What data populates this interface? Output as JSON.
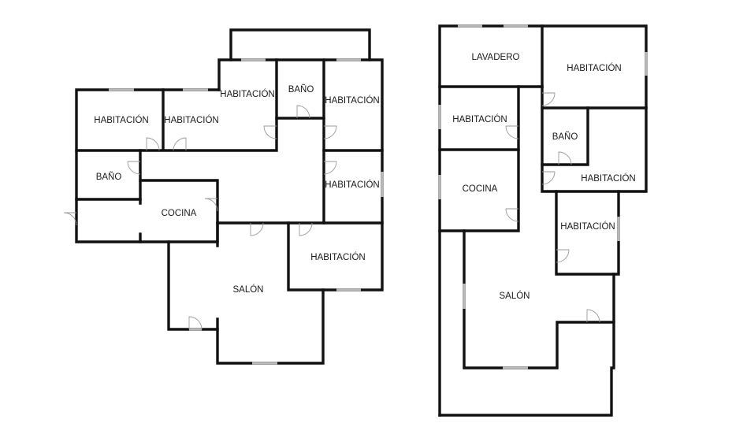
{
  "plans": [
    {
      "name": "left-floor-plan",
      "rooms": [
        "HABITACIÓN",
        "HABITACIÓN",
        "HABITACIÓN",
        "BAÑO",
        "HABITACIÓN",
        "BAÑO",
        "HABITACIÓN",
        "COCINA",
        "HABITACIÓN",
        "SALÓN"
      ]
    },
    {
      "name": "right-floor-plan",
      "rooms": [
        "LAVADERO",
        "HABITACIÓN",
        "HABITACIÓN",
        "BAÑO",
        "HABITACIÓN",
        "COCINA",
        "HABITACIÓN",
        "SALÓN"
      ]
    }
  ],
  "colors": {
    "wall": "#111111",
    "window": "#b8b8b8",
    "background": "#ffffff"
  }
}
